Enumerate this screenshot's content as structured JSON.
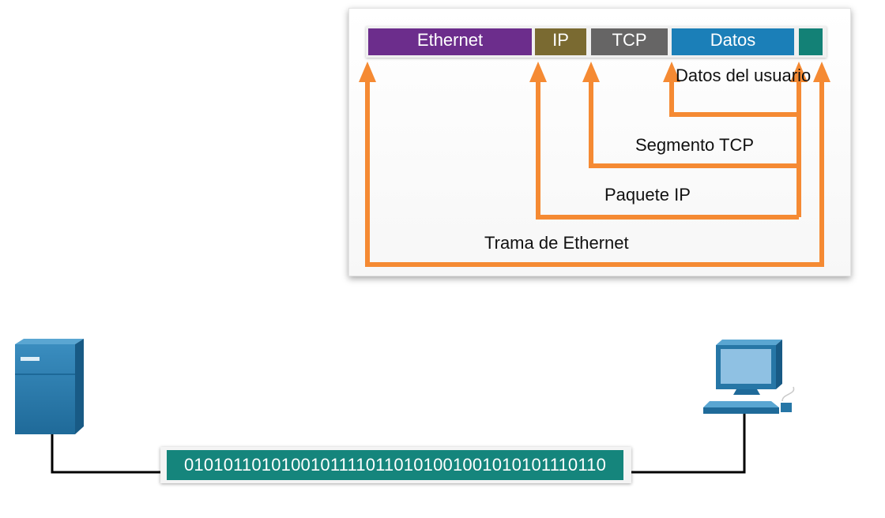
{
  "frame": {
    "segments": [
      {
        "key": "ethernet",
        "label": "Ethernet",
        "color": "#6c2d8c"
      },
      {
        "key": "ip",
        "label": "IP",
        "color": "#7a6a31"
      },
      {
        "key": "tcp",
        "label": "TCP",
        "color": "#666565"
      },
      {
        "key": "datos",
        "label": "Datos",
        "color": "#1b7fb8"
      },
      {
        "key": "trailer",
        "label": "",
        "color": "#138176"
      }
    ]
  },
  "labels": {
    "user_data": "Datos del usuario",
    "tcp_segment": "Segmento TCP",
    "ip_packet": "Paquete IP",
    "ethernet_frame": "Trama de Ethernet"
  },
  "bitstream": "01010110101001011110110101001001010101110110",
  "colors": {
    "arrow": "#f58a33",
    "device": "#2676a6",
    "cable": "#000000"
  },
  "icons": {
    "left_device": "server-icon",
    "right_device": "desktop-computer-icon"
  }
}
